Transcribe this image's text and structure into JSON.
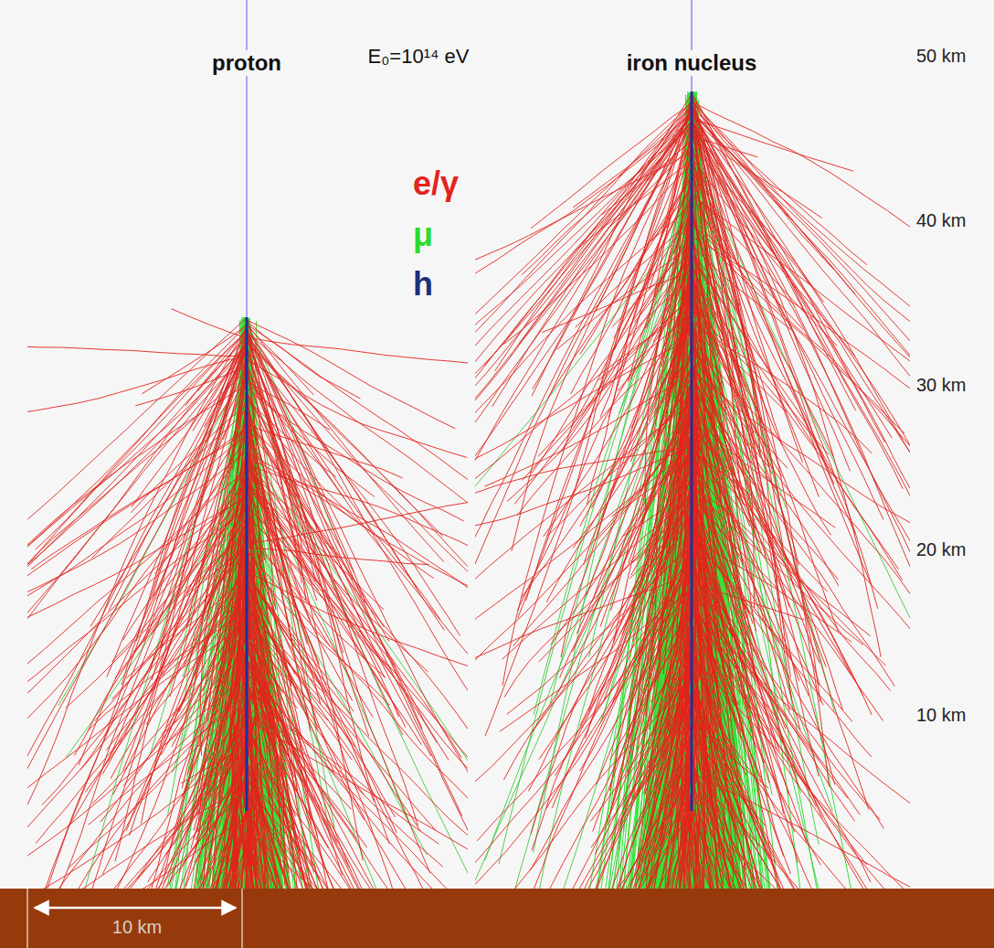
{
  "diagram": {
    "labels": [
      "proton",
      "E₀=10¹⁴ eV",
      "iron nucleus",
      "50 km",
      "40 km",
      "30 km",
      "20 km",
      "10 km",
      "10 km"
    ],
    "legend": [
      {
        "text": "e/γ",
        "color": "#e3231c"
      },
      {
        "text": "μ",
        "color": "#2bdc2b"
      },
      {
        "text": "h",
        "color": "#1f2f7a"
      }
    ]
  }
}
